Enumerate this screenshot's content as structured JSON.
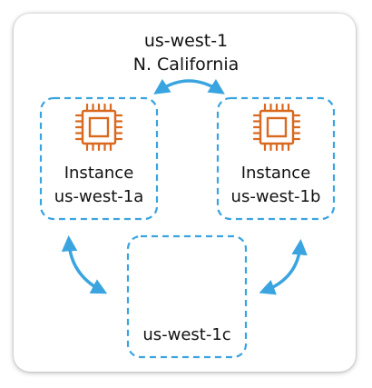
{
  "region": {
    "code": "us-west-1",
    "name": "N. California"
  },
  "zones": [
    {
      "name": "us-west-1a",
      "instance_label": "Instance"
    },
    {
      "name": "us-west-1b",
      "instance_label": "Instance"
    },
    {
      "name": "us-west-1c"
    }
  ],
  "colors": {
    "zone_border": "#3aa4e0",
    "arrow": "#3aa4e0",
    "chip": "#d8691f",
    "text": "#111111",
    "card_background": "#ffffff"
  },
  "icons": [
    "ec2-instance-chip-icon",
    "bidirectional-arrow-icon"
  ]
}
